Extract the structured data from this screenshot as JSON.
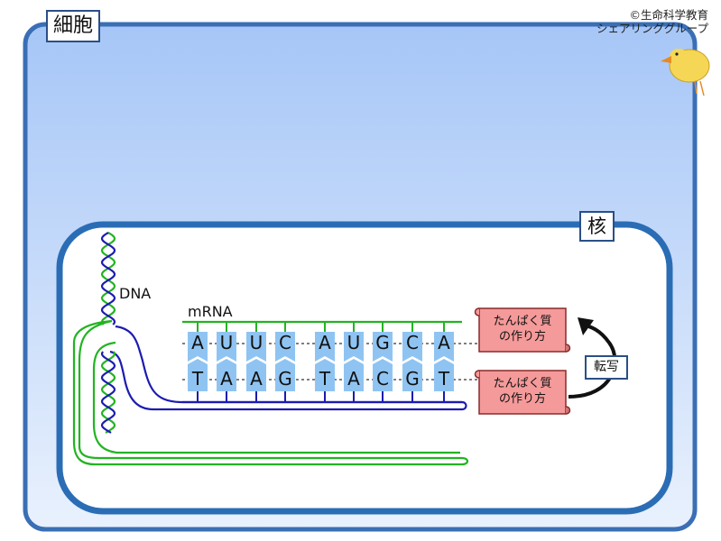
{
  "cell": {
    "label": "細胞"
  },
  "nucleus": {
    "label": "核"
  },
  "copyright": {
    "line1": "©生命科学教育",
    "line2": "シェアリンググループ"
  },
  "labels": {
    "dna": "DNA",
    "mrna": "mRNA",
    "transcription": "転写"
  },
  "scrolls": [
    {
      "text": "たんぱく質\nの作り方"
    },
    {
      "text": "たんぱく質\nの作り方"
    }
  ],
  "mrna_bases": [
    "A",
    "U",
    "U",
    "C",
    "A",
    "U",
    "G",
    "C",
    "A"
  ],
  "dna_bases": [
    "T",
    "A",
    "A",
    "G",
    "T",
    "A",
    "C",
    "G",
    "T"
  ],
  "colors": {
    "cell_fill_top": "#a8c8f8",
    "cell_border": "#3a6fb5",
    "nucleus_border": "#2a6db5",
    "dna_strand": "#1c1cb0",
    "mrna_strand": "#22b422",
    "base_fill": "#8fc4f2",
    "scroll_fill": "#f59a9a",
    "scroll_border": "#8a2a2a"
  }
}
